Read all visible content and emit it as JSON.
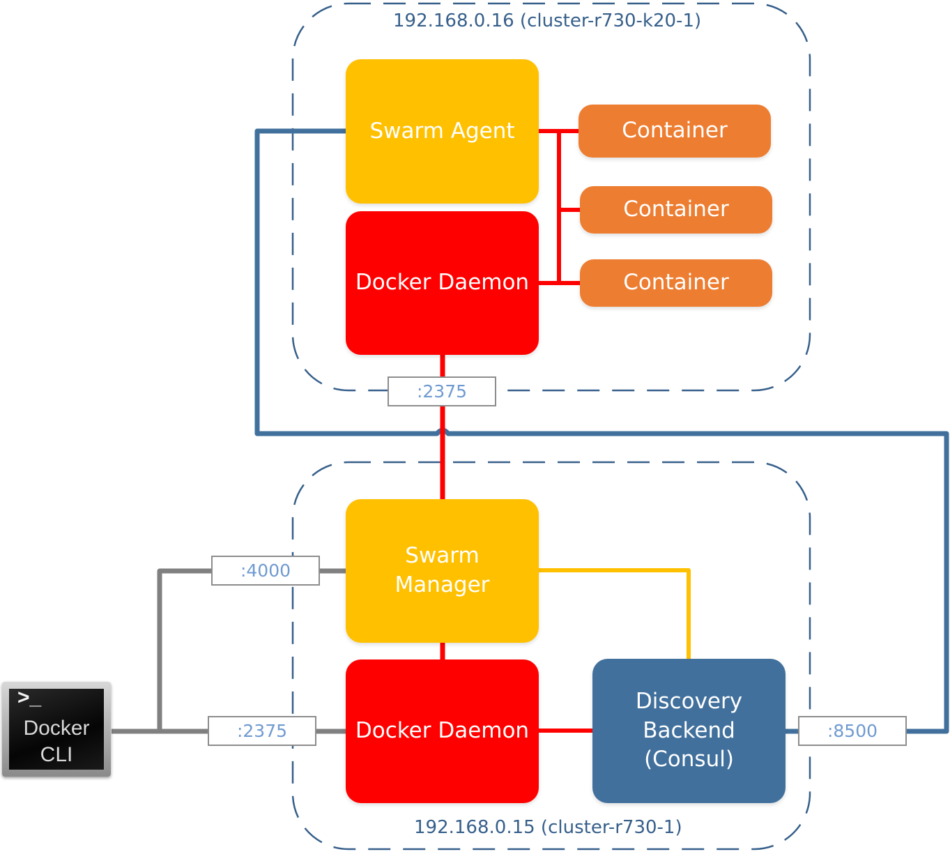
{
  "colors": {
    "swarm": "#ffc000",
    "docker_daemon": "#ff0000",
    "container": "#ed7d31",
    "discovery": "#41709c",
    "host_border": "#365f8a",
    "link_blue": "#41709c",
    "link_red": "#ff0000",
    "link_yellow": "#ffc000",
    "link_gray": "#808080",
    "port_text": "#6f9ad0"
  },
  "hosts": {
    "worker": {
      "label": "192.168.0.16 (cluster-r730-k20-1)"
    },
    "manager": {
      "label": "192.168.0.15 (cluster-r730-1)"
    }
  },
  "nodes": {
    "swarm_agent": "Swarm Agent",
    "worker_docker_daemon": "Docker Daemon",
    "containers": [
      "Container",
      "Container",
      "Container"
    ],
    "swarm_manager": "Swarm\nManager",
    "manager_docker_daemon": "Docker Daemon",
    "discovery_backend": "Discovery\nBackend\n(Consul)"
  },
  "ports": {
    "worker_daemon": ":2375",
    "manager_swarm": ":4000",
    "manager_daemon": ":2375",
    "consul": ":8500"
  },
  "cli": {
    "prompt": ">_",
    "line1": "Docker",
    "line2": "CLI"
  },
  "edges": [
    {
      "from": "swarm_agent",
      "to": "consul",
      "color": "blue"
    },
    {
      "from": "swarm_agent",
      "to": "containers",
      "color": "red"
    },
    {
      "from": "worker_docker_daemon",
      "to": "containers",
      "color": "red"
    },
    {
      "from": "worker_docker_daemon",
      "to": "swarm_manager",
      "via": "worker_daemon_port",
      "color": "red"
    },
    {
      "from": "swarm_manager",
      "to": "manager_docker_daemon",
      "color": "red"
    },
    {
      "from": "swarm_manager",
      "to": "discovery_backend",
      "color": "yellow"
    },
    {
      "from": "manager_docker_daemon",
      "to": "discovery_backend",
      "color": "red"
    },
    {
      "from": "docker_cli",
      "to": "swarm_manager",
      "via": "manager_swarm_port",
      "color": "gray"
    },
    {
      "from": "docker_cli",
      "to": "manager_docker_daemon",
      "via": "manager_daemon_port",
      "color": "gray"
    }
  ]
}
